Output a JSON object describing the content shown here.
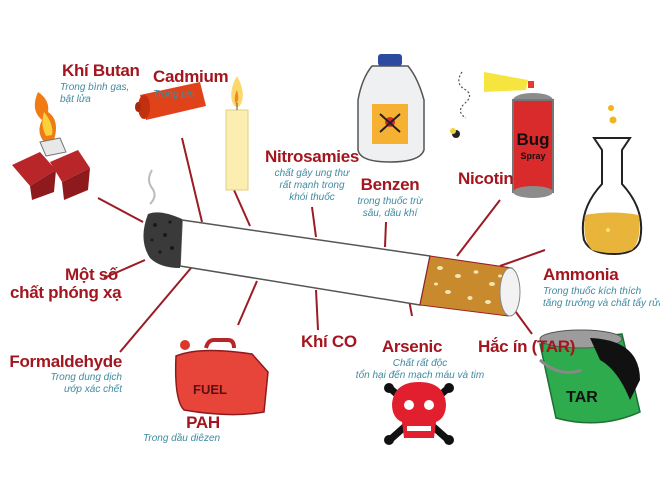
{
  "title": "Các chất độc hại trong thuốc lá",
  "colors": {
    "label": "#a3161f",
    "sublabel": "#3f8ba0",
    "leader_line": "#9b1c24",
    "filter": "#c98a2e",
    "ash": "#3a3a3a"
  },
  "items": [
    {
      "id": "khi-butan",
      "name": "Khí Butan",
      "desc": "Trong bình gas, bật lửa",
      "desc_lines": [
        "Trong bình gas,",
        "bật lửa"
      ],
      "icon": "lighter-icon"
    },
    {
      "id": "cadmium",
      "name": "Cadmium",
      "desc": "Trong pin",
      "desc_lines": [
        "Trong pin"
      ],
      "icon": "battery-icon"
    },
    {
      "id": "nitrosamies",
      "name": "Nitrosamies",
      "desc": "chất gây ung thư rất mạnh trong khói thuốc",
      "desc_lines": [
        "chất gây ung thư",
        "rất mạnh trong",
        "khói thuốc"
      ],
      "icon": "candle-icon"
    },
    {
      "id": "benzen",
      "name": "Benzen",
      "desc": "trong thuốc trừ sâu, dầu khí",
      "desc_lines": [
        "trong thuốc trừ",
        "sâu, dầu khí"
      ],
      "icon": "poison-bottle-icon"
    },
    {
      "id": "nicotin",
      "name": "Nicotin",
      "desc": "",
      "desc_lines": [],
      "icon": "bug-spray-icon"
    },
    {
      "id": "ammonia",
      "name": "Ammonia",
      "desc": "Trong thuốc kích thích tăng trưởng và chất tẩy rửa",
      "desc_lines": [
        "Trong thuốc kích thích",
        "tăng trưởng và chất tẩy rửa"
      ],
      "icon": "flask-icon"
    },
    {
      "id": "hac-in",
      "name": "Hắc ín (TAR)",
      "desc": "",
      "desc_lines": [],
      "icon": "tar-bucket-icon"
    },
    {
      "id": "arsenic",
      "name": "Arsenic",
      "desc": "Chất rất độc tổn hại đến mạch máu và tim",
      "desc_lines": [
        "Chất rất độc",
        "tổn hại đến mạch máu và tim"
      ],
      "icon": "skull-crossbones-icon"
    },
    {
      "id": "khi-co",
      "name": "Khí CO",
      "desc": "",
      "desc_lines": [],
      "icon": ""
    },
    {
      "id": "pah",
      "name": "PAH",
      "desc": "Trong dầu diêzen",
      "desc_lines": [
        "Trong dầu diêzen"
      ],
      "icon": "fuel-can-icon"
    },
    {
      "id": "formaldehyde",
      "name": "Formaldehyde",
      "desc": "Trong dung dịch ướp xác chết",
      "desc_lines": [
        "Trong dung dịch",
        "ướp xác chết"
      ],
      "icon": ""
    },
    {
      "id": "phong-xa",
      "name": "Một số chất phóng xạ",
      "desc": "",
      "name_lines": [
        "Một số",
        "chất phóng xạ"
      ],
      "desc_lines": [],
      "icon": ""
    }
  ],
  "graphics": {
    "fuel_can_text": "FUEL",
    "tar_bucket_text": "TAR",
    "bug_spray_line1": "Bug",
    "bug_spray_line2": "Spray"
  }
}
